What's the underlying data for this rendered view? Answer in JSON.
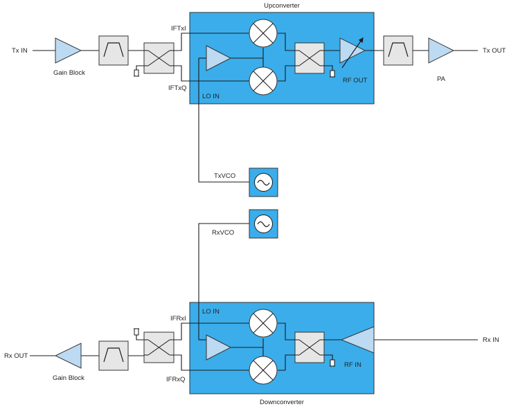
{
  "upconverter": {
    "title": "Upconverter",
    "lo_in": "LO IN",
    "rf_out": "RF OUT",
    "if_i": "IFTxI",
    "if_q": "IFTxQ"
  },
  "downconverter": {
    "title": "Downconverter",
    "lo_in": "LO IN",
    "rf_in": "RF IN",
    "if_i": "IFRxI",
    "if_q": "IFRxQ"
  },
  "tx_chain": {
    "input": "Tx IN",
    "output": "Tx OUT",
    "gain_block": "Gain Block",
    "pa": "PA"
  },
  "rx_chain": {
    "input": "Rx IN",
    "output": "Rx OUT",
    "gain_block": "Gain Block"
  },
  "vco": {
    "tx": "TxVCO",
    "rx": "RxVCO"
  },
  "colors": {
    "module_fill": "#3badea",
    "amplifier_fill": "#bcdaf2",
    "block_fill": "#e6e6e6",
    "wire": "#1a1a1a"
  }
}
